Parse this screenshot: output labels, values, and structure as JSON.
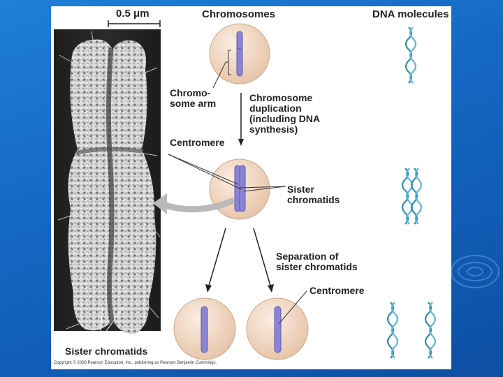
{
  "slide": {
    "scale_bar": "0.5 μm",
    "headers": {
      "chromosomes": "Chromosomes",
      "dna_molecules": "DNA molecules"
    },
    "labels": {
      "chromosome_arm": "Chromo-\nsome arm",
      "duplication": "Chromosome\nduplication\n(including DNA\nsynthesis)",
      "centromere_top": "Centromere",
      "sister_chromatids": "Sister\nchromatids",
      "separation": "Separation of\nsister chromatids",
      "centromere_bottom": "Centromere",
      "sister_chromatids_photo": "Sister chromatids"
    },
    "copyright": "Copyright © 2008 Pearson Education, Inc., publishing as Pearson Benjamin Cummings."
  },
  "colors": {
    "background": "#1466c2",
    "chromosome": "#8b84d6",
    "cell": "#f1d7c2",
    "arrow": "#b9b9b9"
  }
}
